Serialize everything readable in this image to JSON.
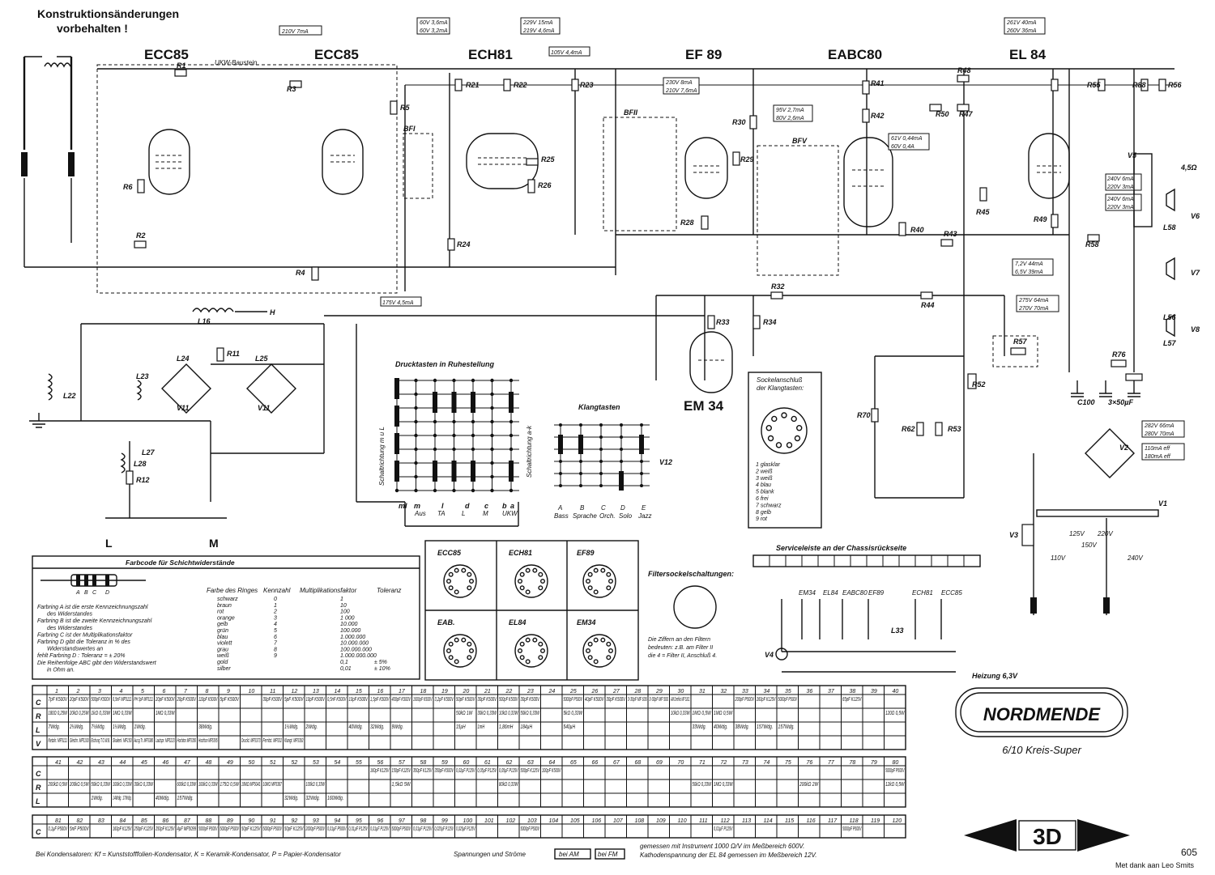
{
  "notice": [
    "Konstruktionsänderungen",
    "vorbehalten !"
  ],
  "tubes": {
    "ecc85a": "ECC85",
    "ecc85b": "ECC85",
    "ech81": "ECH81",
    "ef89": "EF 89",
    "eabc80": "EABC80",
    "el84": "EL 84",
    "em34": "EM 34"
  },
  "ukw_baustein": "UKW-Baustein",
  "voltages": {
    "v210": "210V 7mA",
    "ech81_a": [
      "60V 3,6mA",
      "60V 3,2mA"
    ],
    "ech81_b": [
      "229V 15mA",
      "219V 4,6mA"
    ],
    "ech81_c": "105V 4,4mA",
    "ef89": [
      "230V 8mA",
      "210V 7,6mA"
    ],
    "ef89_b": [
      "95V 2,7mA",
      "80V 2,6mA"
    ],
    "eabc80": [
      "61V 0,44mA",
      "60V 0,4A"
    ],
    "el84_top": [
      "261V 40mA",
      "260V 36mA"
    ],
    "el84_a": [
      "240V 6mA",
      "220V 3mA"
    ],
    "el84_b": [
      "240V 6mA",
      "220V 3mA"
    ],
    "el84_c": [
      "7,2V 44mA",
      "6,5V 39mA"
    ],
    "supply": [
      "275V 64mA",
      "270V 70mA"
    ],
    "rect": [
      "282V 66mA",
      "280V 70mA"
    ],
    "rect_b": [
      "110mA eff",
      "180mA eff"
    ],
    "ukw175": "175V 4,5mA"
  },
  "labels": {
    "druck": "Drucktasten in Ruhestellung",
    "klang": "Klangtasten",
    "schalt1": "Schaltrichtung m u L",
    "schalt2": "Schaltrichtung a-k",
    "druck_cols": [
      "m",
      "l",
      "Aus",
      "TA",
      "L",
      "M",
      "UKW"
    ],
    "druck_top": [
      "m",
      "l",
      "d",
      "c",
      "b",
      "a"
    ],
    "klang_cols": [
      "A",
      "B",
      "C",
      "D",
      "E"
    ],
    "klang_names": [
      "Bass",
      "Sprache",
      "Orch.",
      "Solo",
      "Jazz"
    ],
    "sockel_title": [
      "Sockelanschluß",
      "der Klangtasten:"
    ],
    "sockel_list": [
      "1 glasklar",
      "2 weiß",
      "3 weiß",
      "4 blau",
      "5 blank",
      "6 frei",
      "7 schwarz",
      "8 gelb",
      "9 rot"
    ],
    "service": "Serviceleiste an der Chassisrückseite",
    "filtersockel": "Filtersockelschaltungen:",
    "filter_note": [
      "Die Ziffern an den Filtern",
      "bedeuten: z.B. am Filter II",
      "die 4 = Filter II, Anschluß 4."
    ],
    "heizung": "Heizung 6,3V",
    "heater_tubes": [
      "EM34",
      "EL84",
      "EABC80",
      "EF89",
      "ECH81",
      "ECC85"
    ],
    "cap_c": "3×50µF",
    "mains": [
      "110V",
      "125V",
      "150V",
      "220V",
      "240V"
    ],
    "speakers": [
      "4,5Ω"
    ],
    "hilit": "H",
    "lm": [
      "L",
      "M"
    ]
  },
  "farbcode": {
    "title": "Farbcode für Schichtwiderstände",
    "cols": [
      "Farbe des Ringes",
      "Kennzahl",
      "Multiplikationsfaktor",
      "Toleranz"
    ],
    "ring_letters": [
      "A",
      "B",
      "C",
      "D"
    ],
    "rows": [
      [
        "schwarz",
        "0",
        "1",
        ""
      ],
      [
        "braun",
        "1",
        "10",
        ""
      ],
      [
        "rot",
        "2",
        "100",
        ""
      ],
      [
        "orange",
        "3",
        "1 000",
        ""
      ],
      [
        "gelb",
        "4",
        "10.000",
        ""
      ],
      [
        "grün",
        "5",
        "100.000",
        ""
      ],
      [
        "blau",
        "6",
        "1.000.000",
        ""
      ],
      [
        "violett",
        "7",
        "10.000.000",
        ""
      ],
      [
        "grau",
        "8",
        "100.000.000",
        ""
      ],
      [
        "weiß",
        "9",
        "1.000.000.000",
        ""
      ],
      [
        "gold",
        "",
        "0,1",
        "± 5%"
      ],
      [
        "silber",
        "",
        "0,01",
        "± 10%"
      ]
    ],
    "notes": [
      "Farbring A  ist die erste Kennzeichnungszahl",
      "des Widerstandes",
      "Farbring B  ist die zweite Kennzeichnungszahl",
      "des Widerstandes",
      "Farbring C  ist der Multiplikationsfaktor",
      "Farbring D  gibt die Toleranz in % des",
      "Widerstandswertes an",
      "fehlt Farbring D : Toleranz = ± 20%",
      "Die Reihenfolge ABC gibt den Widerstandswert",
      "in Ohm an."
    ]
  },
  "pinouts": [
    {
      "name": "ECC85"
    },
    {
      "name": "ECH81"
    },
    {
      "name": "EF89"
    },
    {
      "name": "EAB."
    },
    {
      "name": "EL84"
    },
    {
      "name": "EM34"
    }
  ],
  "brand": {
    "name": "NORDMENDE",
    "model": "6/10 Kreis-Super",
    "badge": "3D"
  },
  "table1": {
    "nums": [
      "1",
      "2",
      "3",
      "4",
      "5",
      "6",
      "7",
      "8",
      "9",
      "10",
      "11",
      "12",
      "13",
      "14",
      "15",
      "16",
      "17",
      "18",
      "19",
      "20",
      "21",
      "22",
      "23",
      "24",
      "25",
      "26",
      "27",
      "28",
      "29",
      "30",
      "31",
      "32",
      "33",
      "34",
      "35",
      "36",
      "37",
      "38",
      "39",
      "40"
    ],
    "C": [
      "7pF K500V",
      "20pF K500V",
      "500pF K500V",
      "0,5nF MF5111",
      "PH 5pF MF5111",
      "20pF K500V",
      "20pF K500V",
      "110pF K500V",
      "5pF K500V",
      "",
      "30pF K500V",
      "5pF K500V",
      "10pF K500V",
      "0,5nF K500V",
      "10pF K500V",
      "1,5pF K500V",
      "400pF K500V",
      "1600pF K500V",
      "3,2pF K500V",
      "50pF K500V",
      "30pF K500V",
      "500pF K500V",
      "30pF K500V",
      "",
      "5000pF P500V",
      "40pF K500V",
      "30pF K500V",
      "3-30pF MF 636",
      "3-30pF MF 500",
      "AM Drehko MF 5101",
      "",
      "",
      "200pF P500V",
      "260pF K125V",
      "5000pF P500V",
      "",
      "",
      "65pF K125V",
      "",
      ""
    ],
    "R": [
      "180Ω 0,25W",
      "20kΩ 0,25W",
      "1kΩ 0,33W",
      "1MΩ 0,33W",
      "",
      "1MΩ 0,33W",
      "",
      "",
      "",
      "",
      "",
      "",
      "",
      "",
      "",
      "",
      "",
      "",
      "",
      "50kΩ 1W",
      "30kΩ 0,33W",
      "10kΩ 0,33W",
      "50kΩ 0,33W",
      "",
      "5kΩ 0,33W",
      "",
      "",
      "",
      "",
      "10kΩ 0,33W",
      "1MΩ 0,5W",
      "1MΩ 0,5W",
      "",
      "",
      "",
      "",
      "",
      "",
      "",
      "120Ω 0,5W"
    ],
    "L": [
      "7Wdg.",
      "2½Wdg.",
      "7½Wdg.",
      "1½Wdg.",
      "1Wdg.",
      "",
      "",
      "38Wdg.",
      "",
      "",
      "",
      "1½Wdg.",
      "2Wdg.",
      "",
      "40Wdg.",
      "32Wdg.",
      "9Wdg.",
      "",
      "",
      "15µH",
      "1mH",
      "1,86mH",
      "184µH",
      "",
      "540µH",
      "",
      "",
      "",
      "",
      "",
      "33Wdg.",
      "40Wdg.",
      "38Wdg.",
      "157Wdg.",
      "157Wdg.",
      "",
      "",
      "",
      "",
      ""
    ],
    "V": [
      "Netzkr. MF5111",
      "Gleichr. MF5100",
      "Eichung T.O.W.B.",
      "Skalenl. MF150",
      "Ausg.Tr. MF5386",
      "Lautspr. MF5223",
      "Hochton MF5356",
      "Hochton MF5395",
      "",
      "Druckt. MF5373",
      "Ferritst. MF532",
      "Klangt. MF5392",
      "",
      "",
      "",
      "",
      "",
      "",
      "",
      "",
      "",
      "",
      "",
      "",
      "",
      "",
      "",
      "",
      "",
      "",
      "",
      "",
      "",
      "",
      "",
      "",
      "",
      "",
      "",
      ""
    ]
  },
  "table2": {
    "nums": [
      "41",
      "42",
      "43",
      "44",
      "45",
      "46",
      "47",
      "48",
      "49",
      "50",
      "51",
      "52",
      "53",
      "54",
      "55",
      "56",
      "57",
      "58",
      "59",
      "60",
      "61",
      "62",
      "63",
      "64",
      "65",
      "66",
      "67",
      "68",
      "69",
      "70",
      "71",
      "72",
      "73",
      "74",
      "75",
      "76",
      "77",
      "78",
      "79",
      "80"
    ],
    "C": [
      "",
      "",
      "",
      "",
      "",
      "",
      "",
      "",
      "",
      "",
      "",
      "",
      "",
      "",
      "",
      "160pF K125V",
      "150pF K125V",
      "350pF K125V",
      "350pF K500V",
      "0,02µF P125V",
      "0,05µF P125V",
      "0,05µF P125V",
      "500pF K125V",
      "100pF K500V",
      "",
      "",
      "",
      "",
      "",
      "",
      "",
      "",
      "",
      "",
      "",
      "",
      "",
      "",
      "",
      "5000pF P500V"
    ],
    "R": [
      "200kΩ 0,5W",
      "200kΩ 0,5W",
      "50kΩ 0,33W",
      "100kΩ 0,33W",
      "30kΩ 0,33W",
      "",
      "600kΩ 0,33W",
      "100kΩ 0,33W",
      "175Ω 0,5W",
      "10MΩ MF5041",
      "10MΩ MF5387",
      "",
      "100kΩ 0,33W",
      "",
      "",
      "",
      "1,5kΩ 5W",
      "",
      "",
      "",
      "",
      "80kΩ 0,33W",
      "",
      "",
      "",
      "",
      "",
      "",
      "",
      "",
      "50kΩ 0,33W",
      "1MΩ 0,33W",
      "",
      "",
      "",
      "200kΩ 2W",
      "",
      "",
      "",
      "12kΩ 0,5W"
    ],
    "L": [
      "",
      "",
      "1Wdg.",
      "14Wdg. 17Wdg.",
      "",
      "40Wdg.",
      "157Wdg.",
      "",
      "",
      "",
      "",
      "32Wdg.",
      "32Wdg.",
      "160Wdg.",
      "",
      "",
      "",
      "",
      "",
      "",
      "",
      "",
      "",
      "",
      "",
      "",
      "",
      "",
      "",
      "",
      "",
      "",
      "",
      "",
      "",
      "",
      "",
      "",
      "",
      ""
    ]
  },
  "table3": {
    "nums": [
      "81",
      "82",
      "83",
      "84",
      "85",
      "86",
      "87",
      "88",
      "89",
      "90",
      "91",
      "92",
      "93",
      "94",
      "95",
      "96",
      "97",
      "98",
      "99",
      "100",
      "101",
      "102",
      "103",
      "104",
      "105",
      "106",
      "107",
      "108",
      "109",
      "110",
      "111",
      "112",
      "113",
      "114",
      "115",
      "116",
      "117",
      "118",
      "119",
      "120"
    ],
    "C": [
      "0,1µF P500V",
      "5nF P500V",
      "",
      "160pF K125V",
      "250pF K125V",
      "250pF K125V",
      "4µF MF5099",
      "5000pF P500V",
      "5000pF P500V",
      "50pF K125V",
      "5000pF P500V",
      "50pF K125V",
      "2000pF P500V",
      "0,01µF P500V",
      "0,01µF P125V",
      "0,01µF P125V",
      "5000pF P500V",
      "0,01µF P125V",
      "0,025µF P125V",
      "0,025µF P125V",
      "",
      "",
      "5000pF P500V",
      "",
      "",
      "",
      "",
      "",
      "",
      "",
      "",
      "0,01µF P125V",
      "",
      "",
      "",
      "",
      "",
      "5000pF P500V",
      "",
      ""
    ]
  },
  "footer": {
    "kond": "Bei Kondensatoren: Kf = Kunststofffolien-Kondensator,  K = Keramik-Kondensator,  P = Papier-Kondensator",
    "spannungen": "Spannungen und Ströme",
    "bei_am": "bei AM",
    "bei_fm": "bei FM",
    "gemessen": [
      "gemessen mit Instrument 1000 Ω/V im Meßbereich 600V.",
      "Kathodenspannung der EL 84 gemessen im Meßbereich 12V."
    ],
    "credit": "Met dank aan Leo Smits",
    "page": "605"
  }
}
